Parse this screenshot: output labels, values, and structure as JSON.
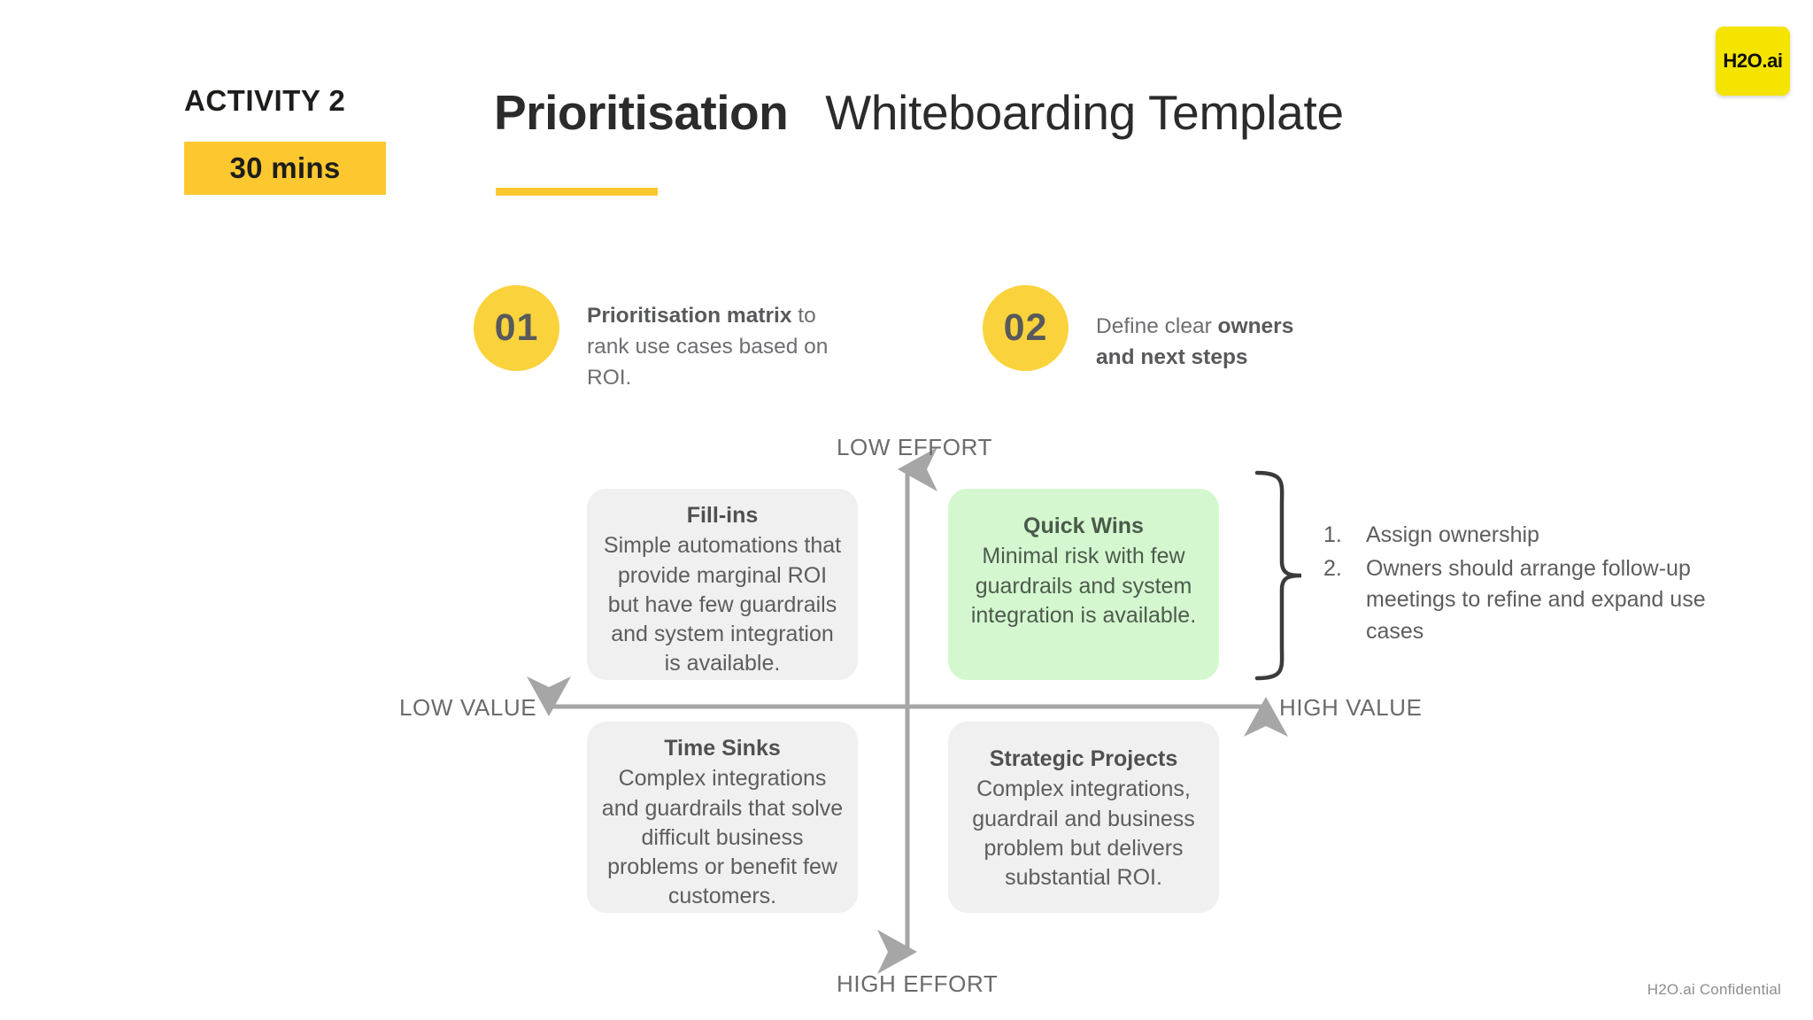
{
  "header": {
    "activity_label": "ACTIVITY 2",
    "duration_badge": "30 mins",
    "title_bold": "Prioritisation",
    "title_light": "Whiteboarding Template",
    "accent_color": "#fdc82f"
  },
  "logo": {
    "text": "H2O.ai",
    "background": "#f5e400"
  },
  "steps": [
    {
      "number": "01",
      "text_bold": "Prioritisation matrix",
      "text_rest": " to rank use cases based on ROI.",
      "circle_color": "#fad33c"
    },
    {
      "number": "02",
      "text_lead": "Define clear ",
      "text_bold": "owners and next steps",
      "circle_color": "#fad33c"
    }
  ],
  "matrix": {
    "axis_labels": {
      "top": "LOW EFFORT",
      "bottom": "HIGH EFFORT",
      "left": "LOW VALUE",
      "right": "HIGH VALUE"
    },
    "axis_color": "#9e9e9e",
    "quadrants": [
      {
        "key": "fill-ins",
        "title": "Fill-ins",
        "body": "Simple automations that provide marginal ROI but have few guardrails and system integration is available.",
        "background": "#f0f0f0",
        "position": "top-left"
      },
      {
        "key": "quick-wins",
        "title": "Quick Wins",
        "body": "Minimal risk with few guardrails and system integration is available.",
        "background": "#d4f7d0",
        "position": "top-right",
        "highlighted": true
      },
      {
        "key": "time-sinks",
        "title": "Time Sinks",
        "body": "Complex integrations and guardrails that solve difficult business problems or benefit few customers.",
        "background": "#f0f0f0",
        "position": "bottom-left"
      },
      {
        "key": "strategic-projects",
        "title": "Strategic Projects",
        "body": "Complex integrations, guardrail and business problem but delivers substantial ROI.",
        "background": "#f0f0f0",
        "position": "bottom-right"
      }
    ]
  },
  "notes": {
    "items": [
      {
        "number": "1.",
        "text": "Assign ownership"
      },
      {
        "number": "2.",
        "text": "Owners should arrange follow-up meetings to refine and expand use cases"
      }
    ]
  },
  "footer": {
    "confidential": "H2O.ai Confidential"
  }
}
